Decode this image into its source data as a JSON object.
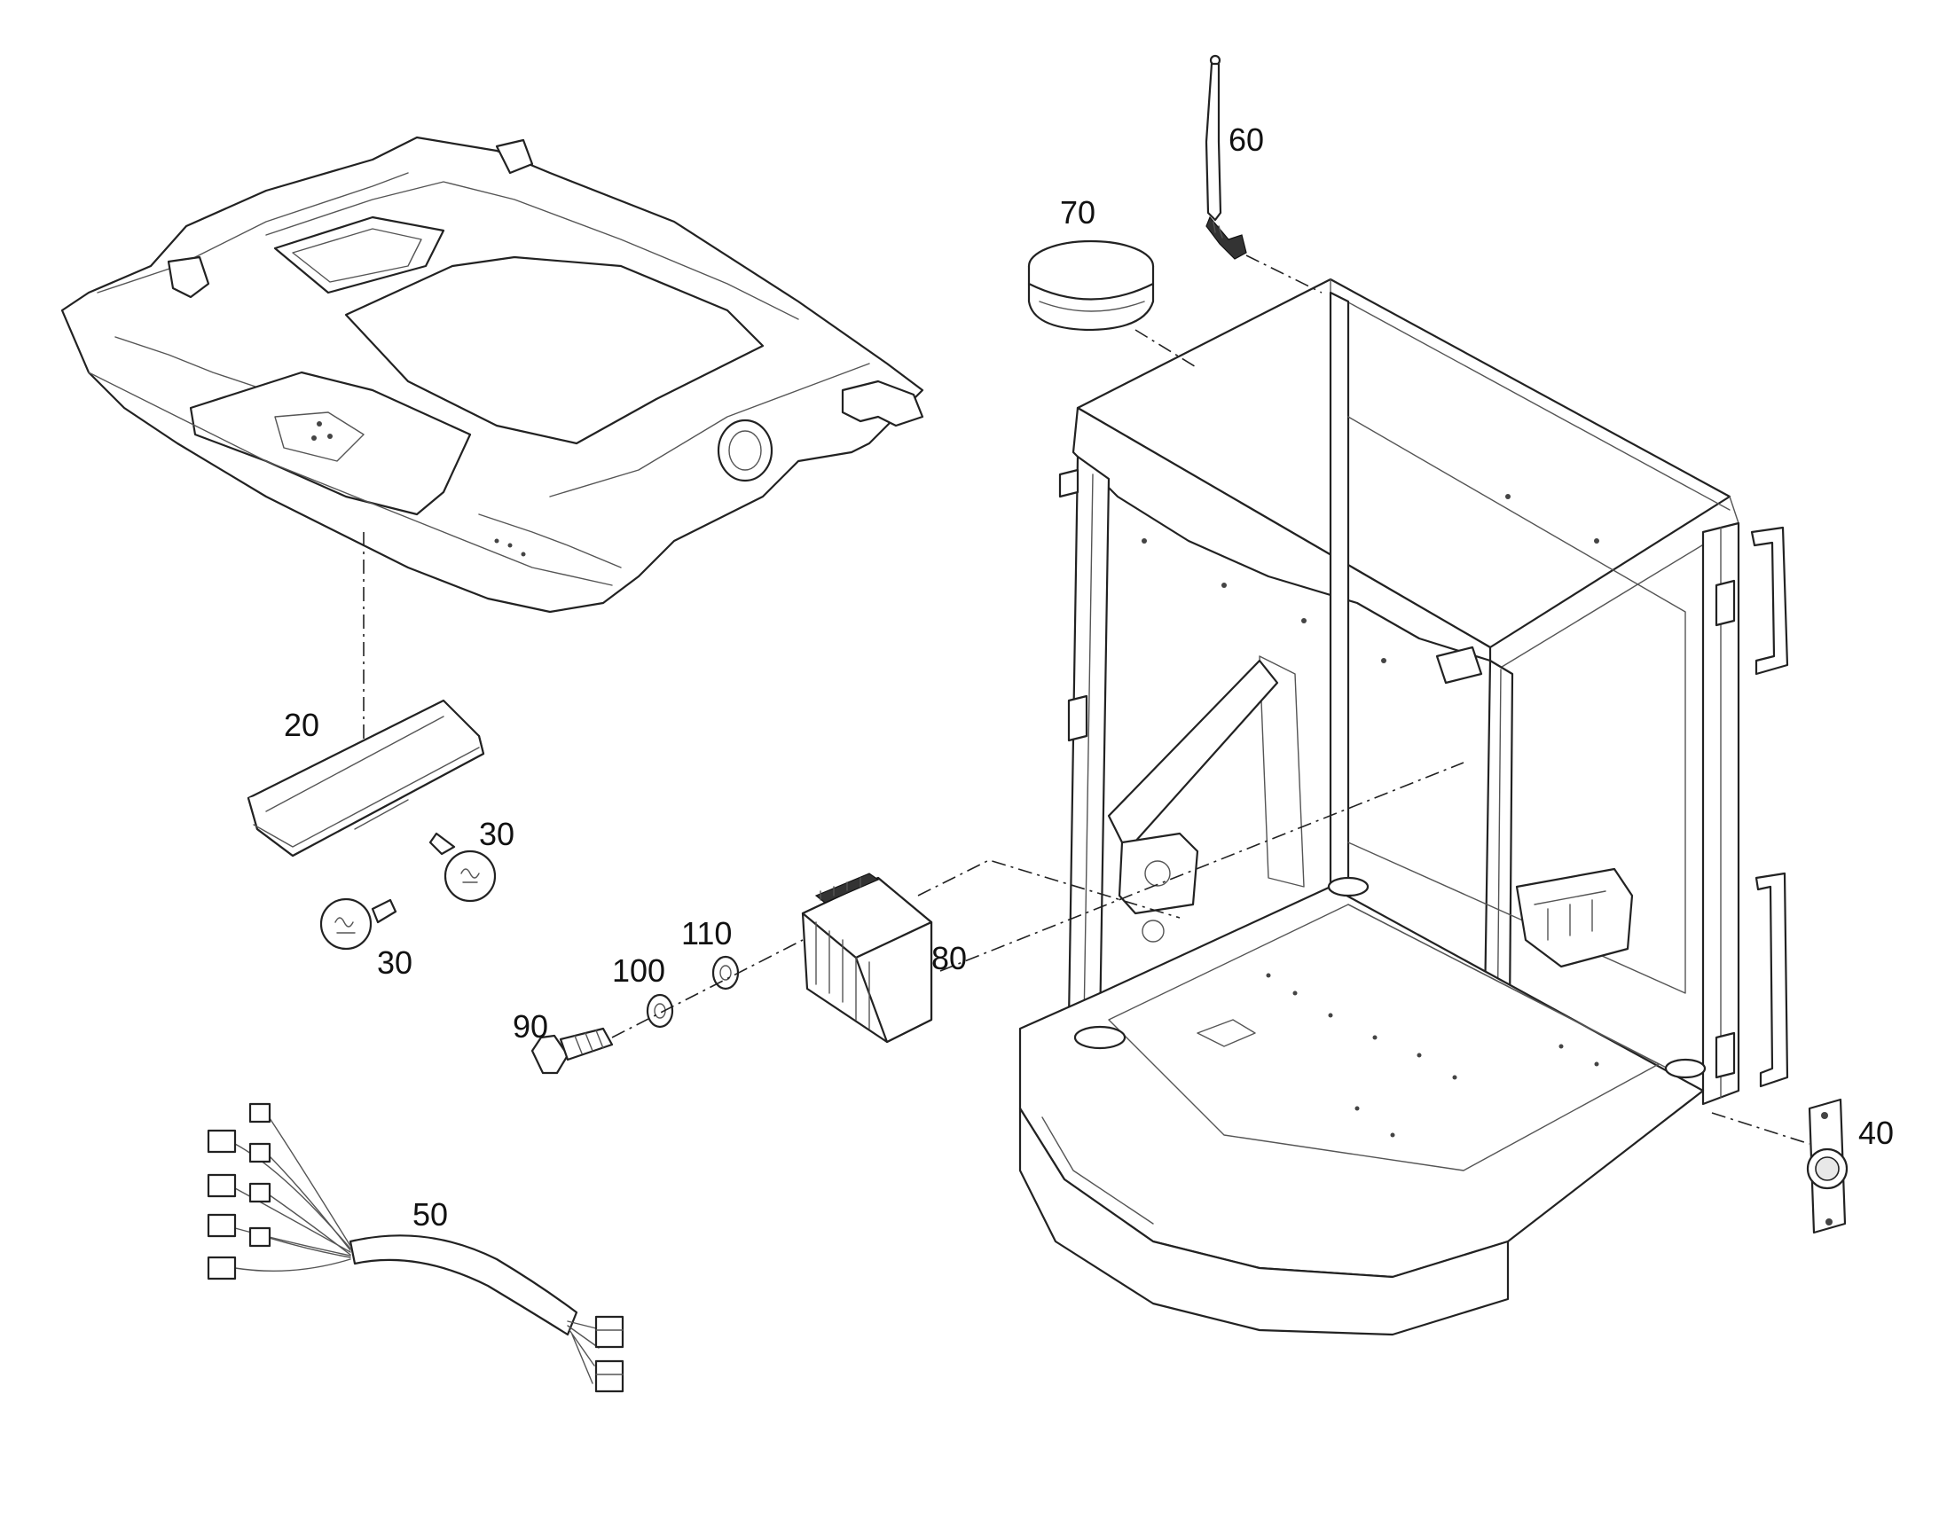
{
  "diagram": {
    "callouts": {
      "p20": "20",
      "p30a": "30",
      "p30b": "30",
      "p40": "40",
      "p50": "50",
      "p60": "60",
      "p70": "70",
      "p80": "80",
      "p90": "90",
      "p100": "100",
      "p110": "110"
    }
  }
}
